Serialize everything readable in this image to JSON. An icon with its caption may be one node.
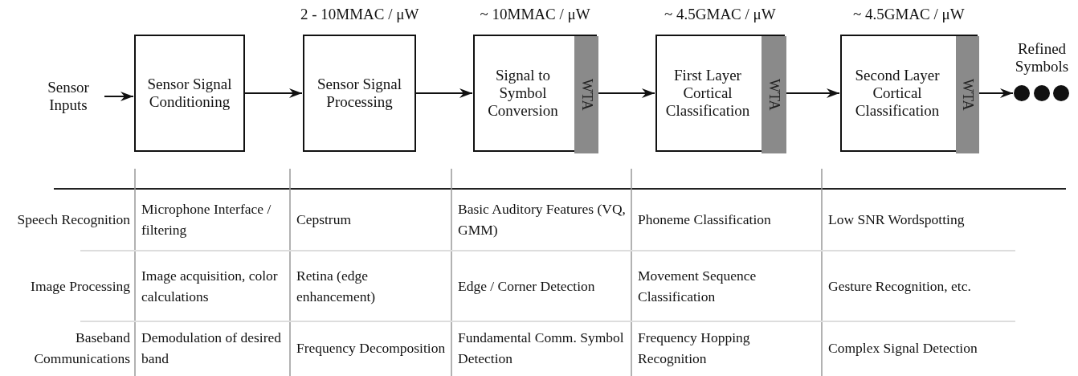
{
  "diagram": {
    "nodes": [
      {
        "text": [
          "Sensor Inputs"
        ]
      },
      {
        "text": [
          "Sensor Signal Conditioning"
        ]
      },
      {
        "text": [
          "Sensor Signal Processing"
        ],
        "beside": [
          "2 - 10MMAC / μW"
        ]
      },
      {
        "text": [
          "Signal to Symbol Conversion"
        ],
        "beside": [
          "~ 10MMAC / μW"
        ]
      },
      {
        "text": [
          "WTA"
        ],
        "in": 3
      },
      {
        "text": [
          "First Layer Cortical Classification"
        ],
        "beside": [
          "~ 4.5GMAC / μW"
        ]
      },
      {
        "text": [
          "WTA"
        ],
        "in": 5
      },
      {
        "text": [
          "Second Layer Cortical Classification"
        ],
        "beside": [
          "~ 4.5GMAC / μW"
        ]
      },
      {
        "text": [
          "WTA"
        ],
        "in": 7
      },
      {
        "text": [],
        "shape": "circle"
      },
      {
        "text": [],
        "shape": "circle",
        "beside": [
          "Refined Symbols"
        ]
      },
      {
        "text": [],
        "shape": "circle"
      }
    ],
    "edges": [
      {
        "from": 0,
        "to": 1,
        "arrow": "to"
      },
      {
        "from": 1,
        "to": 2,
        "arrow": "to"
      },
      {
        "from": 2,
        "to": 3,
        "arrow": "to"
      },
      {
        "from": 3,
        "to": 5,
        "arrow": "to"
      },
      {
        "from": 5,
        "to": 7,
        "arrow": "to"
      },
      {
        "from": 7,
        "to": 9,
        "arrow": "to"
      }
    ],
    "labels": [
      "Speech Recognition",
      "Microphone Interface / filtering",
      "Cepstrum",
      "Basic Auditory Features (VQ, GMM)",
      "Phoneme Classification",
      "Low SNR Wordspotting",
      "Image Processing",
      "Image acquisition, color calculations",
      "Retina (edge enhancement)",
      "Edge / Corner Detection",
      "Movement Sequence Classification",
      "Gesture Recognition, etc.",
      "Baseband Communications",
      "Demodulation of desired band",
      "Frequency Decomposition",
      "Fundamental Comm. Symbol Detection",
      "Frequency Hopping Recognition",
      "Complex Signal Detection"
    ]
  }
}
